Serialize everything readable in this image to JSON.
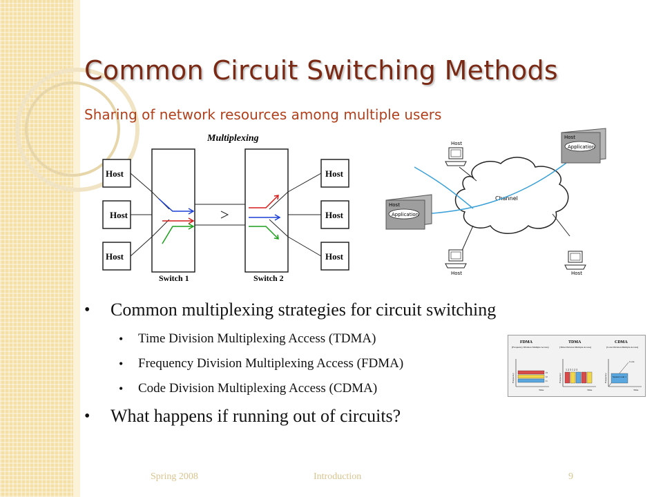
{
  "slide": {
    "title": "Common Circuit Switching Methods",
    "subtitle": "Sharing of network resources among multiple users"
  },
  "multiplexing_figure": {
    "heading": "Multiplexing",
    "left_hosts": [
      "Host",
      "Host",
      "Host"
    ],
    "right_hosts": [
      "Host",
      "Host",
      "Host"
    ],
    "switch1_label": "Switch 1",
    "switch2_label": "Switch 2",
    "arrow_colors": [
      "#1a3fd6",
      "#d61a1a",
      "#1aa01a"
    ]
  },
  "network_figure": {
    "top_left_host": "Host",
    "top_right_host": "Host",
    "top_right_app": "Application",
    "left_host": "Host",
    "left_app": "Application",
    "channel_label": "Channel",
    "bottom_left_host": "Host",
    "bottom_right_host": "Host"
  },
  "bullets": {
    "main1": "Common multiplexing strategies for circuit switching",
    "sub": [
      "Time Division Multiplexing Access (TDMA)",
      "Frequency Division Multiplexing Access (FDMA)",
      "Code Division Multiplexing Access (CDMA)"
    ],
    "main2": "What happens if running out of circuits?"
  },
  "access_figure": {
    "panels": [
      {
        "title": "FDMA",
        "caption": "(Frequency Division Multiple Access)"
      },
      {
        "title": "TDMA",
        "caption": "(Time Division Multiple Access)"
      },
      {
        "title": "CDMA",
        "caption": "(Code Division Multiple Access)"
      }
    ],
    "axis_y": "Frequency",
    "axis_x": "Time",
    "tdma_slots": "1 2 3 1 2 3",
    "cdma_code": "Code",
    "cdma_spread": "Spread code 1",
    "fdma_channels": [
      "f3",
      "f2",
      "f1"
    ]
  },
  "footer": {
    "left": "Spring 2008",
    "center": "Introduction",
    "page": "9"
  },
  "colors": {
    "title": "#7a2a14",
    "subtitle": "#b0401c",
    "sidebar": "#f4dfa6",
    "footer": "#d9c48e"
  }
}
